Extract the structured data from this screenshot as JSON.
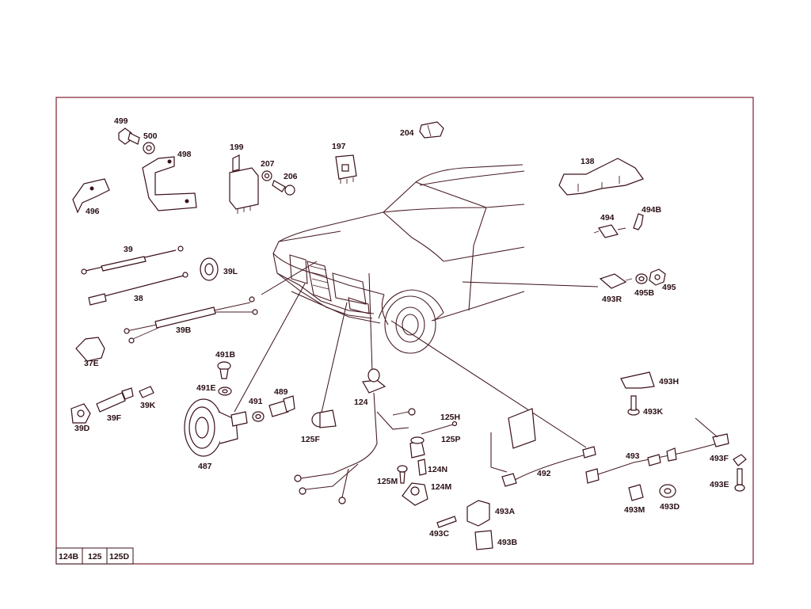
{
  "labels": {
    "l499": "499",
    "l500": "500",
    "l498": "498",
    "l496": "496",
    "l199": "199",
    "l207": "207",
    "l206": "206",
    "l197": "197",
    "l204": "204",
    "l138": "138",
    "l494": "494",
    "l494B": "494B",
    "l493R": "493R",
    "l495B": "495B",
    "l495": "495",
    "l39": "39",
    "l39L": "39L",
    "l38": "38",
    "l39B": "39B",
    "l37E": "37E",
    "l491B": "491B",
    "l491E": "491E",
    "l491": "491",
    "l489": "489",
    "l39D": "39D",
    "l39F": "39F",
    "l39K": "39K",
    "l487": "487",
    "l125F": "125F",
    "l124": "124",
    "l125H": "125H",
    "l125P": "125P",
    "l124N": "124N",
    "l125M": "125M",
    "l124M": "124M",
    "l493A": "493A",
    "l493C": "493C",
    "l493B": "493B",
    "l492": "492",
    "l493H": "493H",
    "l493K": "493K",
    "l493": "493",
    "l493F": "493F",
    "l493E": "493E",
    "l493M": "493M",
    "l493D": "493D"
  },
  "reference_boxes": [
    "124B",
    "125",
    "125D"
  ],
  "colors": {
    "frame": "#8a3040",
    "ink": "#3a1018"
  }
}
